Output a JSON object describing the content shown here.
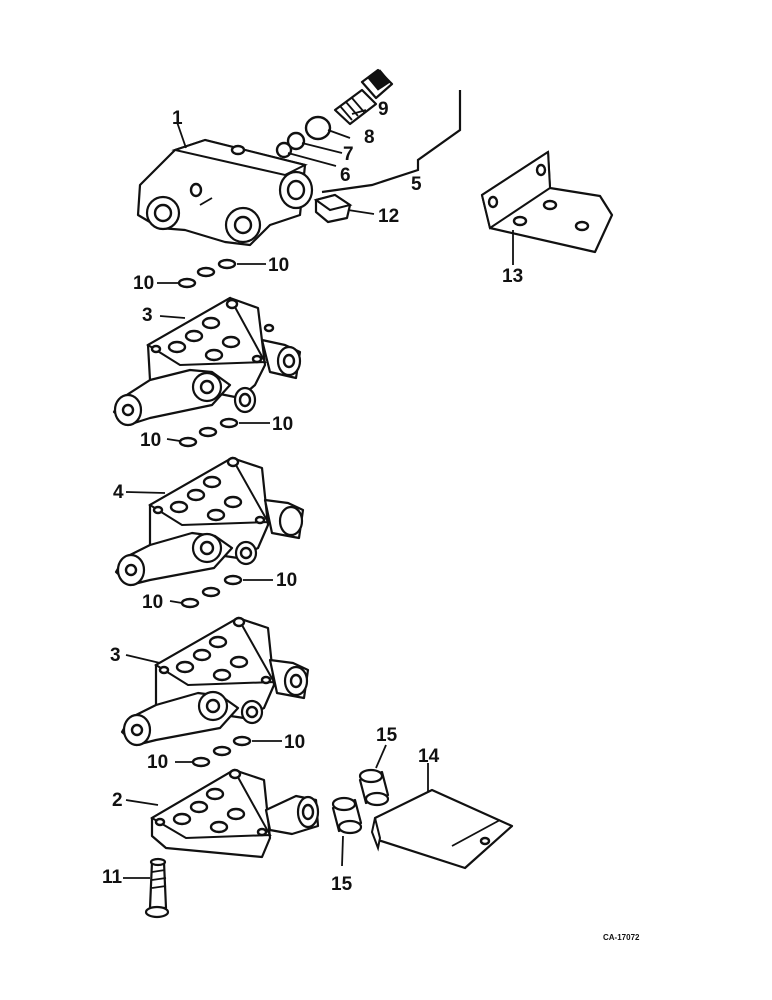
{
  "callouts": {
    "c1": "1",
    "c2": "2",
    "c3a": "3",
    "c3b": "3",
    "c4": "4",
    "c5": "5",
    "c6": "6",
    "c7": "7",
    "c8": "8",
    "c9": "9",
    "c10a": "10",
    "c10b": "10",
    "c10c": "10",
    "c10d": "10",
    "c10e": "10",
    "c10f": "10",
    "c10g": "10",
    "c10h": "10",
    "c11": "11",
    "c12": "12",
    "c13": "13",
    "c14": "14",
    "c15a": "15",
    "c15b": "15"
  },
  "drawing_code": "CA-17072"
}
